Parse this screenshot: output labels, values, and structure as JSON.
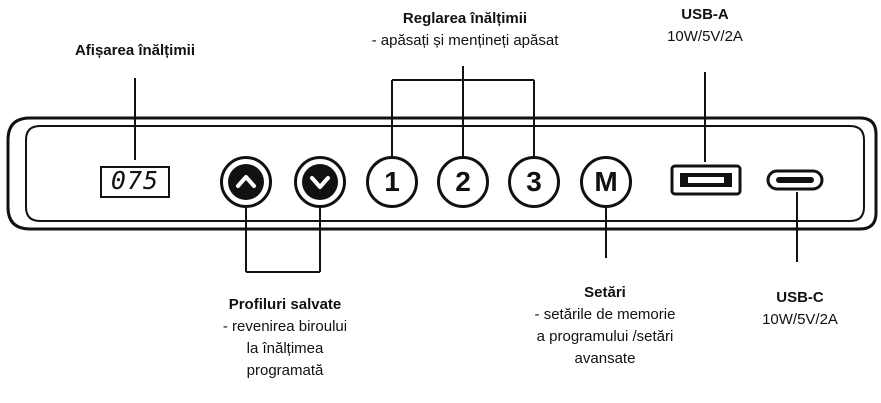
{
  "labels": {
    "height_display": {
      "title": "Afișarea înălțimii"
    },
    "height_adjust": {
      "title": "Reglarea înălțimii",
      "desc": "- apăsați și mențineți apăsat"
    },
    "usb_a": {
      "title": "USB-A",
      "spec": "10W/5V/2A"
    },
    "usb_c": {
      "title": "USB-C",
      "spec": "10W/5V/2A"
    },
    "saved_profiles": {
      "title": "Profiluri salvate",
      "line1": "- revenirea biroului",
      "line2": "la înălțimea",
      "line3": "programată"
    },
    "settings": {
      "title": "Setări",
      "line1": "- setările de memorie",
      "line2": "a programului /setări",
      "line3": "avansate"
    }
  },
  "panel": {
    "display_value": "075",
    "buttons": {
      "up": "up-arrow",
      "down": "down-arrow",
      "preset1": "1",
      "preset2": "2",
      "preset3": "3",
      "memory": "M"
    }
  }
}
